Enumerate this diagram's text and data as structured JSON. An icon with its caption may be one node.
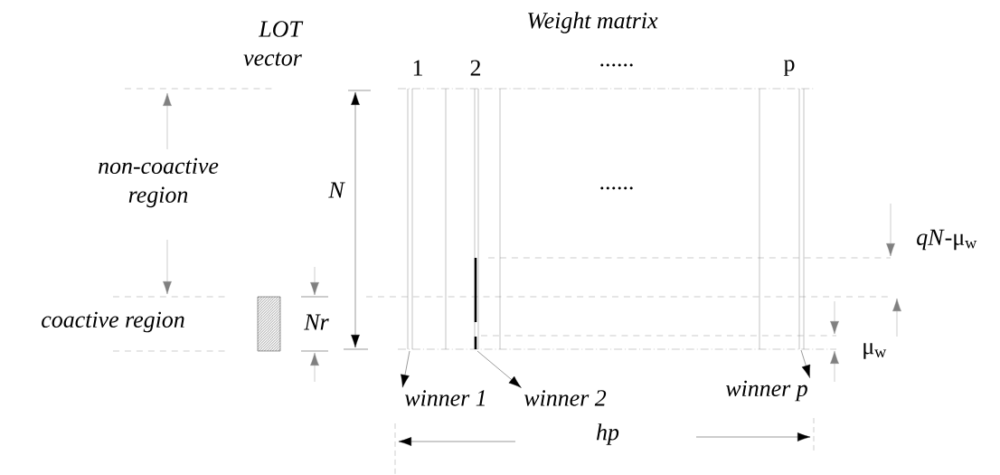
{
  "diagram": {
    "nodes": [
      {
        "text": [
          "winner 1"
        ]
      },
      {
        "text": [
          "winner 2"
        ]
      },
      {
        "text": [
          "winner p"
        ]
      }
    ],
    "edges": [
      {
        "from": null,
        "to": 0,
        "arrow": "to"
      },
      {
        "from": null,
        "to": 1,
        "arrow": "to"
      },
      {
        "from": null,
        "to": 2,
        "arrow": "to"
      }
    ],
    "labels": [
      "LOT vector",
      "Weight matrix",
      "1",
      "2",
      "......",
      "p",
      "non-coactive region",
      "N",
      "......",
      "coactive region",
      "Nr",
      "*qN*-μ$_{w}$",
      "μ$_{w}$",
      "hp"
    ]
  }
}
